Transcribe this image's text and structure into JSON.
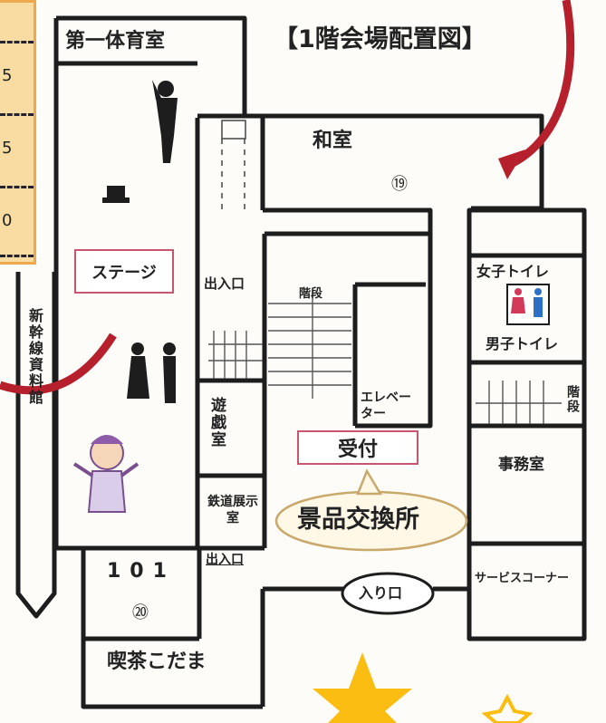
{
  "map": {
    "title": "【1階会場配置図】",
    "rooms": {
      "gym": "第一体育室",
      "washitsu": "和室",
      "washitsu_num": "⑲",
      "womens_restroom": "女子トイレ",
      "mens_restroom": "男子トイレ",
      "stairs_center": "階段",
      "stairs_right": "階段",
      "elevator": "エレベーター",
      "play_room": "遊戯室",
      "railway_room": "鉄道展示室",
      "office": "事務室",
      "service_corner": "サービスコーナー",
      "room_101": "101",
      "room_101_num": "⑳",
      "cafe": "喫茶こだま",
      "shinkansen_hall": "新幹線資料館"
    },
    "labels": {
      "stage": "ステージ",
      "uketsuke": "受付",
      "prize_exchange": "景品交換所",
      "entrance_main": "入り口",
      "doorway_upper": "出入口",
      "doorway_lower": "出入口"
    },
    "sticky_rows": [
      "5",
      "5",
      "0"
    ],
    "colors": {
      "wall": "#1d1d1d",
      "accent_red": "#b5202c",
      "label_border": "#c8566e",
      "star": "#fbbd12",
      "sticky": "#f8dca1"
    }
  }
}
